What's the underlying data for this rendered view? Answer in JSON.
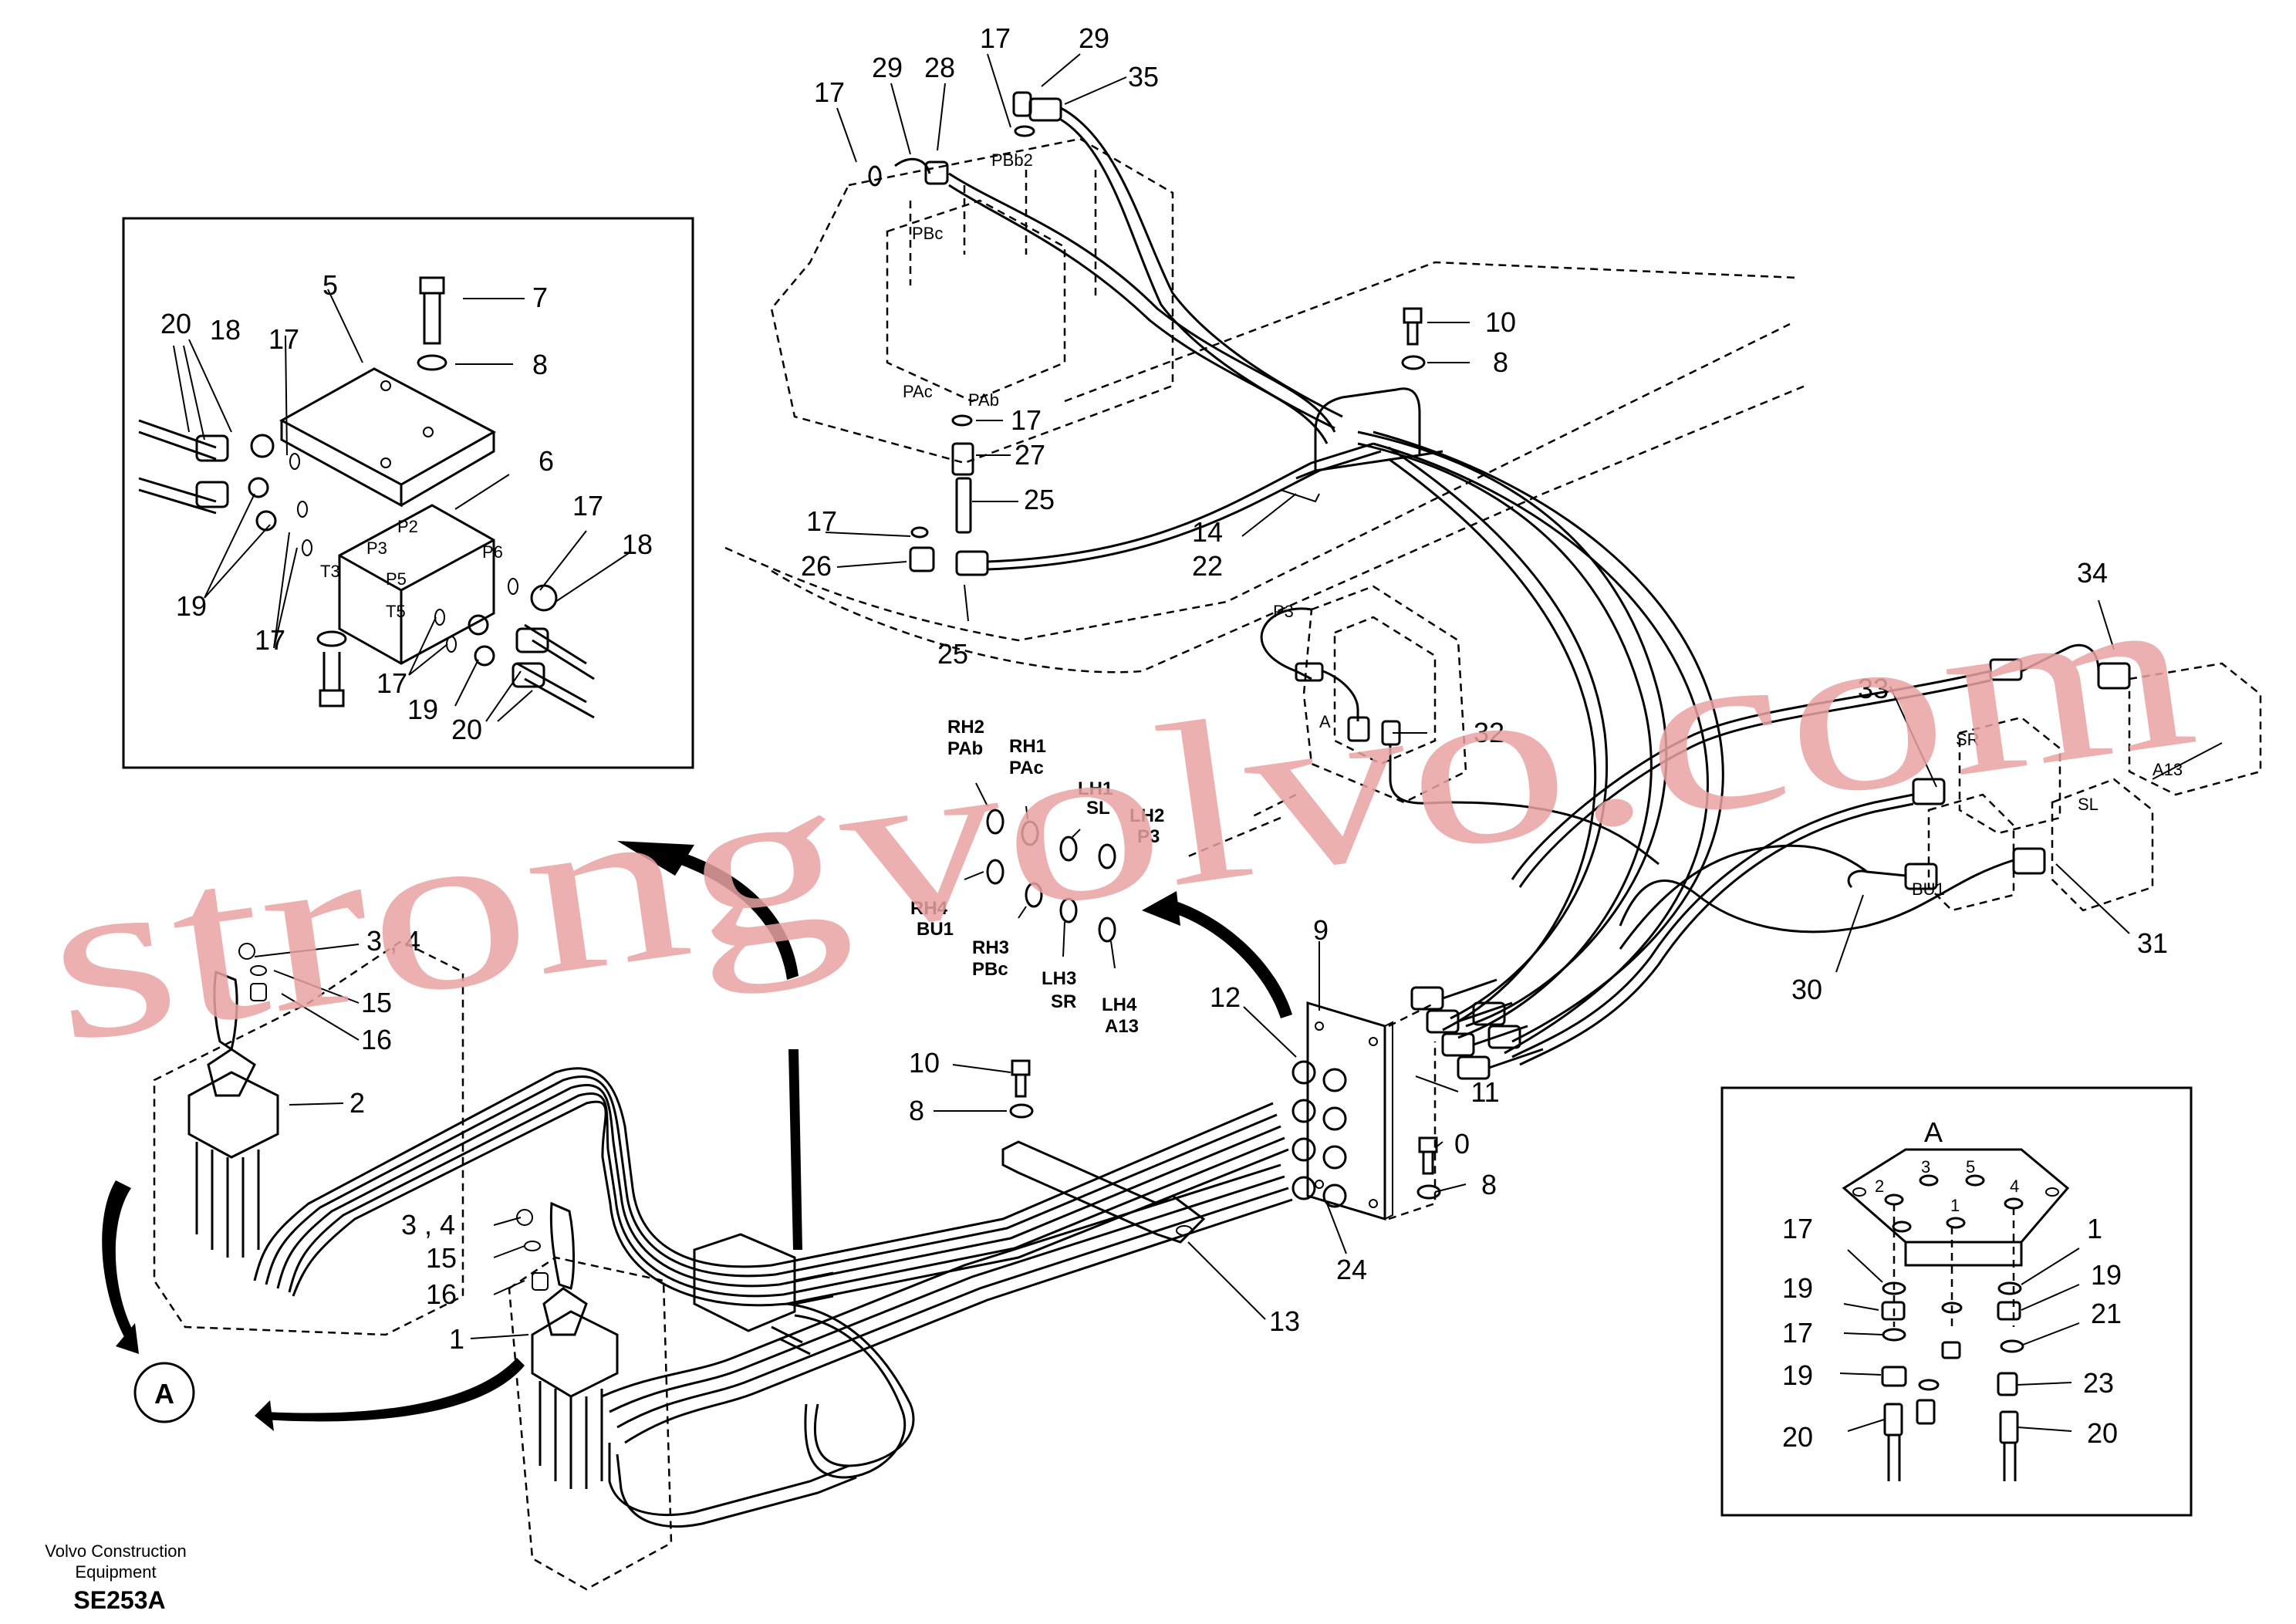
{
  "drawing": {
    "brand_line1": "Volvo Construction",
    "brand_line2": "Equipment",
    "code": "SE253A",
    "watermark": "strongvolvo.com"
  },
  "main_callouts": {
    "c17a": "17",
    "c29a": "29",
    "c28": "28",
    "c17b": "17",
    "c29b": "29",
    "c35": "35",
    "c10a": "10",
    "c8a": "8",
    "c17c": "17",
    "c27": "27",
    "c25a": "25",
    "c17d": "17",
    "c26": "26",
    "c25b": "25",
    "c14": "14",
    "c22": "22",
    "c34": "34",
    "c32": "32",
    "c33": "33",
    "c30": "30",
    "c31": "31",
    "c9": "9",
    "c12": "12",
    "c11": "11",
    "c10b": "10",
    "c8b": "8",
    "c10c": "0",
    "c8c": "8",
    "c24": "24",
    "c13": "13",
    "c34l": "3 , 4",
    "c15a": "15",
    "c16a": "16",
    "c2": "2",
    "c34m": "3 , 4",
    "c15b": "15",
    "c16b": "16",
    "c1": "1",
    "cA": "A"
  },
  "ports": {
    "PBb2": "PBb2",
    "PBc": "PBc",
    "PAc": "PAc",
    "PAb": "PAb",
    "P3": "P3",
    "A": "A",
    "SR": "SR",
    "SL": "SL",
    "BU1": "BU1",
    "A13": "A13"
  },
  "pin_labels": {
    "rh2_a": "RH2",
    "rh2_b": "PAb",
    "rh1_a": "RH1",
    "rh1_b": "PAc",
    "lh1_a": "LH1",
    "lh1_b": "SL",
    "lh2_a": "LH2",
    "lh2_b": "P3",
    "rh4_a": "RH4",
    "rh4_b": "BU1",
    "rh3_a": "RH3",
    "rh3_b": "PBc",
    "lh3_a": "LH3",
    "lh3_b": "SR",
    "lh4_a": "LH4",
    "lh4_b": "A13"
  },
  "inset_manifold": {
    "c20a": "20",
    "c18a": "18",
    "c17a": "17",
    "c5": "5",
    "c7": "7",
    "c8": "8",
    "c6": "6",
    "c17b": "17",
    "c18b": "18",
    "c19a": "19",
    "c17c": "17",
    "c17d": "17",
    "c19b": "19",
    "c20b": "20",
    "p2": "P2",
    "p3": "P3",
    "p6": "P6",
    "p5": "P5",
    "t3": "T3",
    "t5": "T5"
  },
  "inset_A": {
    "title": "A",
    "c17a": "17",
    "c19a": "19",
    "c17b": "17",
    "c19b": "19",
    "c20a": "20",
    "c11": "1",
    "c19c": "19",
    "c21": "21",
    "c23": "23",
    "c20b": "20",
    "n1": "1",
    "n2": "2",
    "n3": "3",
    "n4": "4",
    "n5": "5"
  }
}
